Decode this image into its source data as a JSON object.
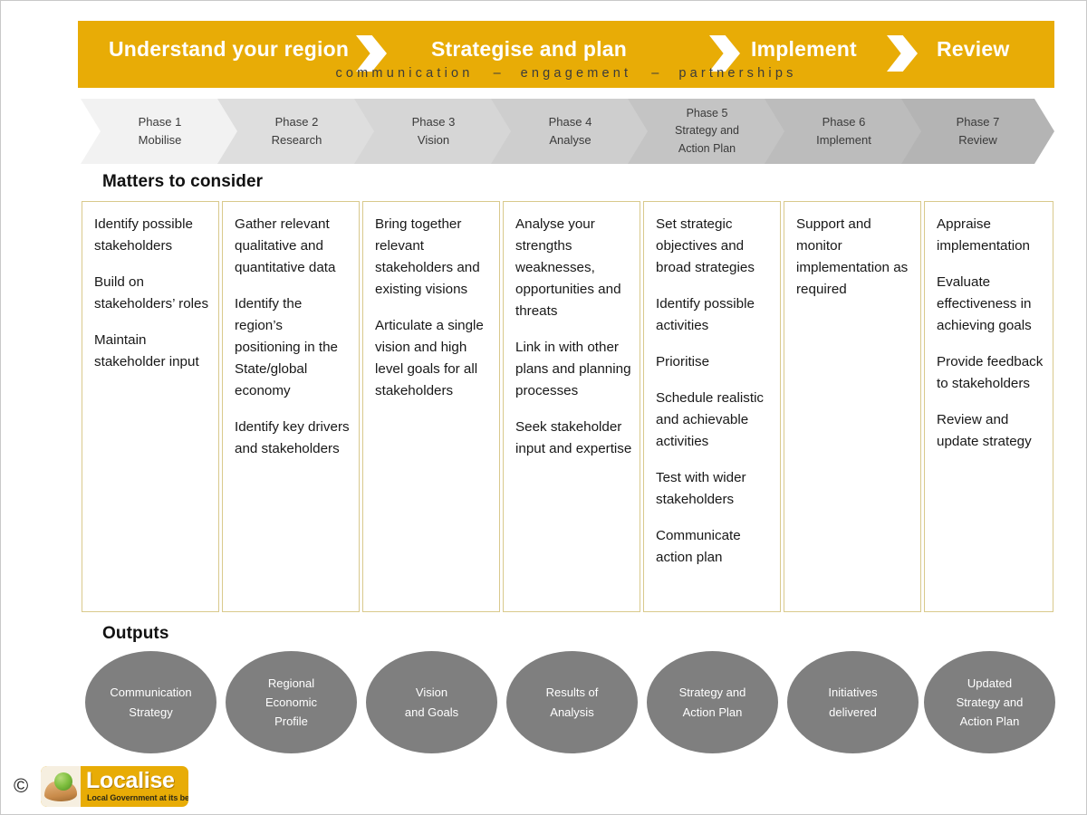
{
  "banner": {
    "stages": [
      {
        "label": "Understand your region"
      },
      {
        "label": "Strategise and plan"
      },
      {
        "label": "Implement"
      },
      {
        "label": "Review"
      }
    ],
    "subtitle_parts": [
      "communication",
      "engagement",
      "partnerships"
    ],
    "subtitle_separator": "–",
    "background_color": "#E8AC06",
    "text_color": "#FFFFFF"
  },
  "phases": [
    {
      "number": "Phase 1",
      "name": "Mobilise",
      "fill": "#F2F2F2"
    },
    {
      "number": "Phase 2",
      "name": "Research",
      "fill": "#DEDEDE"
    },
    {
      "number": "Phase 3",
      "name": "Vision",
      "fill": "#D6D6D6"
    },
    {
      "number": "Phase 4",
      "name": "Analyse",
      "fill": "#CECECE"
    },
    {
      "number": "Phase 5",
      "name": "Strategy and Action Plan",
      "name_line1": "Strategy and",
      "name_line2": "Action Plan",
      "fill": "#C4C4C4"
    },
    {
      "number": "Phase 6",
      "name": "Implement",
      "fill": "#BCBCBC"
    },
    {
      "number": "Phase 7",
      "name": "Review",
      "fill": "#B4B4B4"
    }
  ],
  "sections": {
    "matters_heading": "Matters to consider",
    "outputs_heading": "Outputs"
  },
  "matters": [
    {
      "items": [
        "Identify possible stakeholders",
        "Build on stakeholders’ roles",
        "Maintain stakeholder input"
      ]
    },
    {
      "items": [
        "Gather relevant qualitative and quantitative data",
        "Identify the region’s positioning in the State/global economy",
        "Identify key drivers and stakeholders"
      ]
    },
    {
      "items": [
        "Bring together relevant stakeholders and existing visions",
        "Articulate a single vision and high level goals for all stakeholders"
      ]
    },
    {
      "items": [
        "Analyse your strengths weaknesses, opportunities and threats",
        "Link in with other plans and planning processes",
        "Seek stakeholder input and expertise"
      ]
    },
    {
      "items": [
        "Set strategic objectives and broad strategies",
        "Identify possible activities",
        "Prioritise",
        "Schedule realistic and achievable activities",
        "Test with wider stakeholders",
        "Communicate action plan"
      ]
    },
    {
      "items": [
        "Support and monitor implementation as required"
      ]
    },
    {
      "items": [
        "Appraise implementation",
        "Evaluate effectiveness in achieving goals",
        "Provide feedback to stakeholders",
        "Review and update strategy"
      ]
    }
  ],
  "outputs": [
    {
      "line1": "Communication",
      "line2": "Strategy",
      "line3": ""
    },
    {
      "line1": "Regional",
      "line2": "Economic",
      "line3": "Profile"
    },
    {
      "line1": "Vision",
      "line2": "and Goals",
      "line3": ""
    },
    {
      "line1": "Results of",
      "line2": "Analysis",
      "line3": ""
    },
    {
      "line1": "Strategy and",
      "line2": "Action Plan",
      "line3": ""
    },
    {
      "line1": "Initiatives",
      "line2": "delivered",
      "line3": ""
    },
    {
      "line1": "Updated",
      "line2": "Strategy and",
      "line3": "Action Plan"
    }
  ],
  "footer": {
    "copyright_symbol": "©",
    "logo_name": "Localise",
    "logo_tagline": "Local Government at its best"
  },
  "colors": {
    "gold": "#E8AC06",
    "box_border": "#D9C98C",
    "ellipse_gray": "#7F7F7F"
  }
}
